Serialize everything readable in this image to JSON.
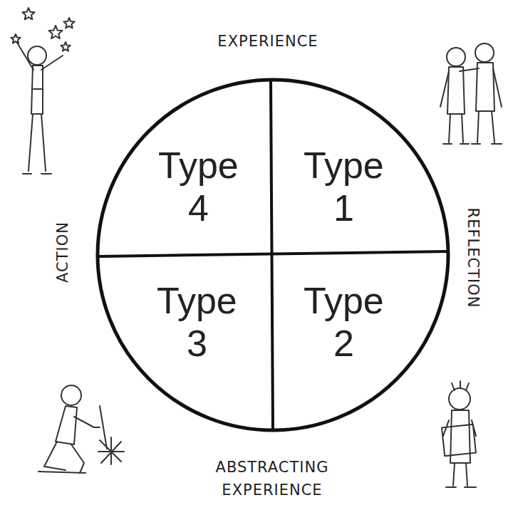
{
  "diagram": {
    "nodes": [
      {
        "text": [
          "Type 4"
        ]
      },
      {
        "text": [
          "Type 1"
        ]
      },
      {
        "text": [
          "Type 3"
        ]
      },
      {
        "text": [
          "Type 2"
        ]
      }
    ],
    "labels": [
      "EXPERIENCE",
      "REFLECTION",
      "ACTION",
      "ABSTRACTING EXPERIENCE"
    ]
  }
}
